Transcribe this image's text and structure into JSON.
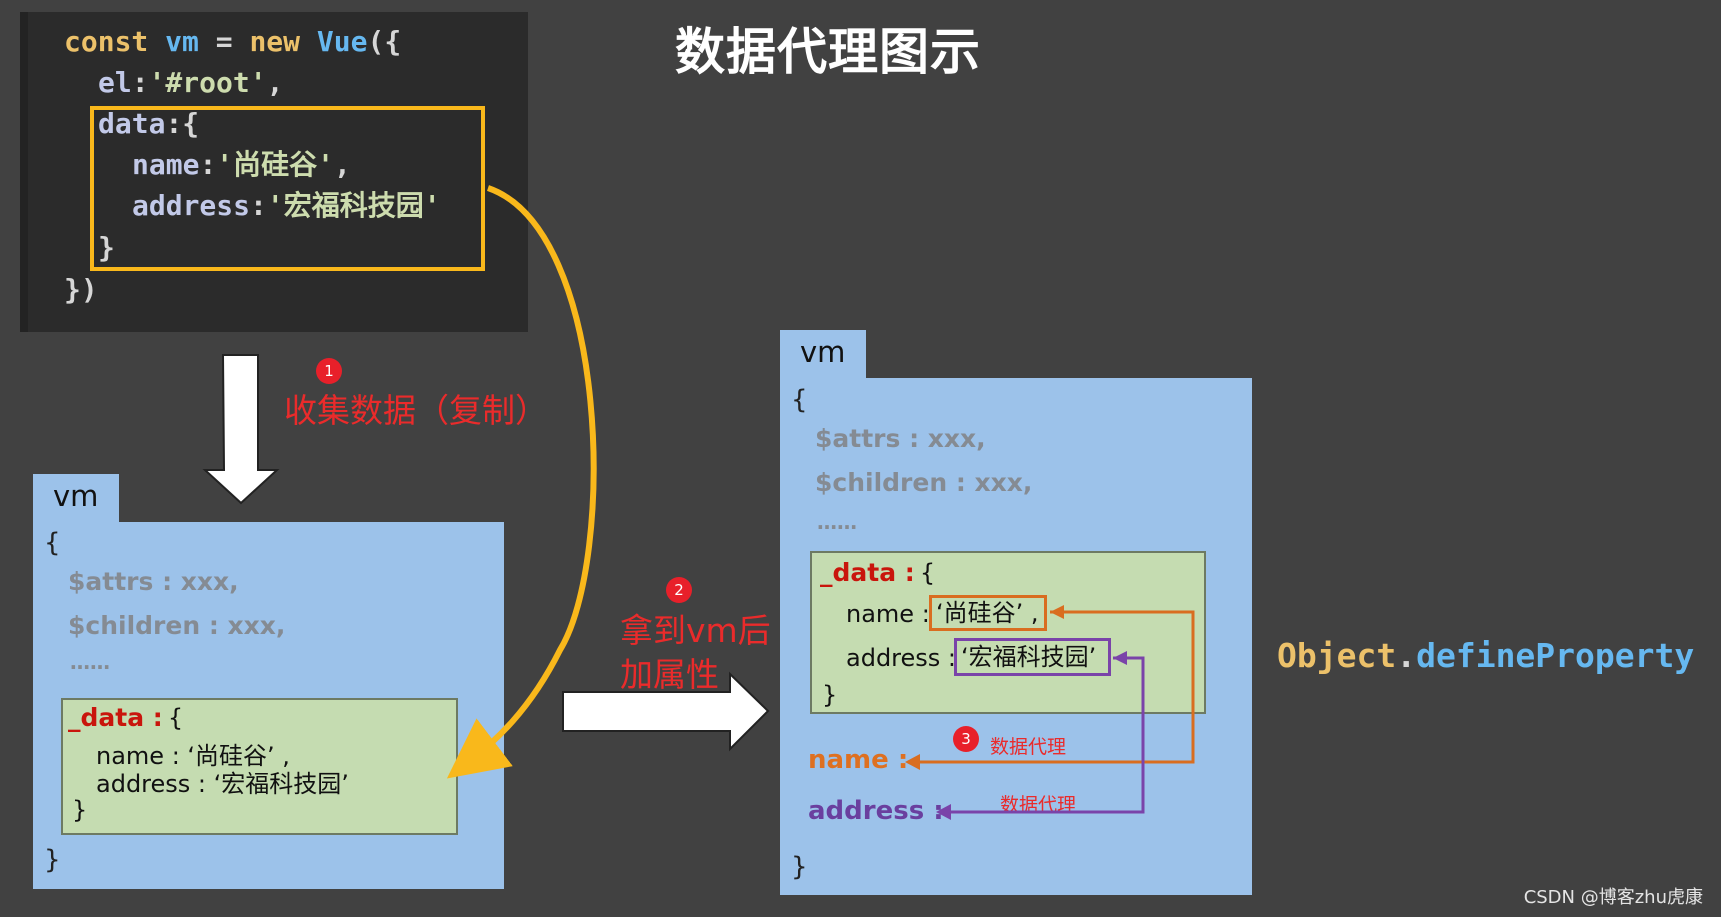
{
  "title": "数据代理图示",
  "code": {
    "line1": {
      "kw": "const",
      "var": "vm",
      "op": "=",
      "new": "new",
      "fn": "Vue",
      "punc": "({"
    },
    "line2": {
      "prop": "el",
      "colon": ":",
      "value": "'#root'",
      "comma": ","
    },
    "line3": {
      "prop": "data",
      "punc": ":{"
    },
    "line4": {
      "prop": "name",
      "colon": ":",
      "value": "'尚硅谷'",
      "comma": ","
    },
    "line5": {
      "prop": "address",
      "colon": ":",
      "value": "'宏福科技园'"
    },
    "line6": {
      "punc": "}"
    },
    "line7": {
      "punc": "})"
    }
  },
  "steps": [
    {
      "badge": "1",
      "label": "收集数据（复制）"
    },
    {
      "badge": "2",
      "label_line1": "拿到vm后",
      "label_line2": "加属性"
    },
    {
      "badge": "3",
      "label": "数据代理"
    }
  ],
  "proxy_label_2": "数据代理",
  "vm_left": {
    "tab": "vm",
    "open": "{",
    "attrs": "$attrs : xxx,",
    "children": "$children : xxx,",
    "ellipsis": "……",
    "data_key": "_data :",
    "data_open": "{",
    "name_line": "name : ‘尚硅谷’ ,",
    "address_line": "address : ‘宏福科技园’",
    "data_close": "}",
    "close": "}"
  },
  "vm_right": {
    "tab": "vm",
    "open": "{",
    "attrs": "$attrs : xxx,",
    "children": "$children : xxx,",
    "ellipsis": "……",
    "data_key": "_data :",
    "data_open": "{",
    "name_prefix": "name :",
    "name_value": "‘尚硅谷’ ,",
    "address_prefix": "address :",
    "address_value": "‘宏福科技园’",
    "data_close": "}",
    "proxy_name": "name :",
    "proxy_address": "address :",
    "close": "}"
  },
  "object_define": {
    "object": "Object",
    "dot": ".",
    "method": "defineProperty"
  },
  "watermark": "CSDN @博客zhu虎康",
  "colors": {
    "background": "#414141",
    "code_bg": "#2b2b2b",
    "highlight": "#f9b81b",
    "folder": "#9cc2ea",
    "data_box": "#c5dcb1",
    "step_red": "#ea2b2b",
    "orange": "#de7021",
    "purple": "#6a3f9f"
  }
}
